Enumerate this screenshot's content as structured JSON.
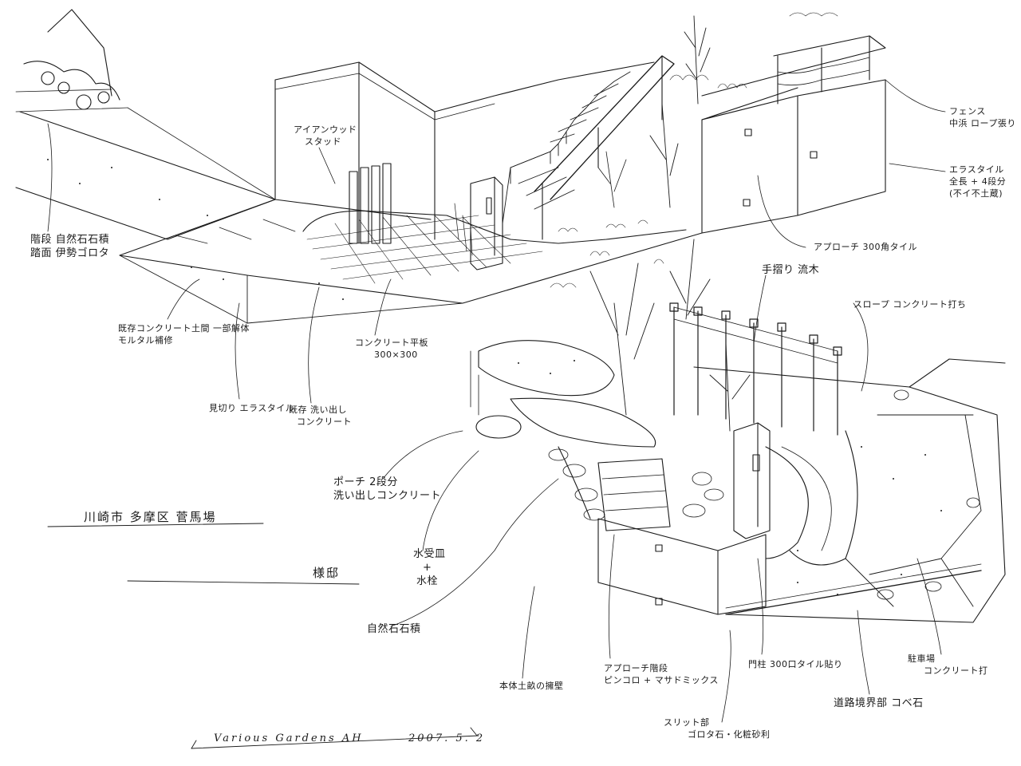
{
  "colors": {
    "ink": "#1a1a1a",
    "paper": "#ffffff"
  },
  "title": {
    "location": "川崎市 多摩区 菅馬場",
    "client": "様邸"
  },
  "signature": {
    "firm": "Various Gardens AH",
    "date": "2007. 5. 2"
  },
  "labels": {
    "iron_stud": [
      "アイアンウッド",
      "スタッド"
    ],
    "fence_rope": [
      "フェンス",
      "中浜 ロープ張り"
    ],
    "erasutile_wall": [
      "エラスタイル",
      "全長 + 4段分",
      "(不イ不土蔵)"
    ],
    "approach_tile": "アプローチ 300角タイル",
    "step_stone": [
      "階段 自然石石積",
      "踏面 伊勢ゴロタ"
    ],
    "entry_concrete": [
      "既存コンクリート土間 一部解体",
      "モルタル補修"
    ],
    "concrete_slab": [
      "コンクリート平板",
      "300×300"
    ],
    "cut_erasutile": "見切り エラスタイル",
    "washed_concrete": [
      "既存 洗い出し",
      "コンクリート"
    ],
    "handrail": "手摺り 流木",
    "slope": "スロープ コンクリート打ち",
    "porch": [
      "ポーチ 2段分",
      "洗い出しコンクリート"
    ],
    "water_basin": [
      "水受皿",
      "+",
      "水栓"
    ],
    "natural_stone": "自然石石積",
    "main_wall": "本体土畝の擁壁",
    "approach_steps": [
      "アプローチ階段",
      "ピンコロ + マサドミックス"
    ],
    "pillar_tile": "門柱 300口タイル貼り",
    "parking": [
      "駐車場",
      "コンクリート打"
    ],
    "slit": [
      "スリット部",
      "ゴロタ石・化粧砂利"
    ],
    "road_boundary": "道路境界部 コベ石"
  }
}
